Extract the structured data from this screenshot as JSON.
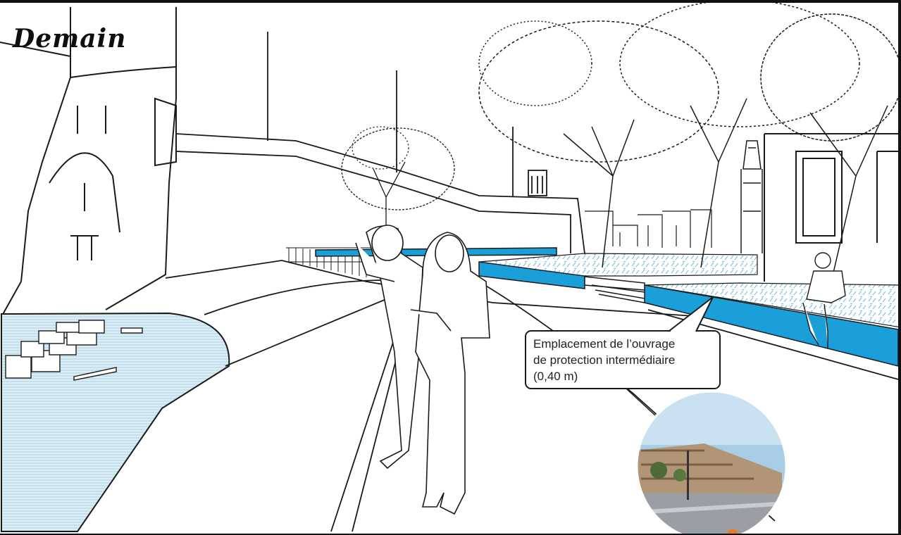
{
  "title": "Demain",
  "callout": {
    "line1": "Emplacement de l’ouvrage",
    "line2": "de protection intermédiaire",
    "line3": "(0,40 m)"
  },
  "colors": {
    "water_fill": "#d7ecf4",
    "protection_blue": "#1a9fd9",
    "ink": "#1a1a1a",
    "photo_sky": "#a9cde6"
  },
  "icons": [
    "person-figure",
    "tree",
    "lighthouse",
    "tower",
    "photo-inset"
  ]
}
